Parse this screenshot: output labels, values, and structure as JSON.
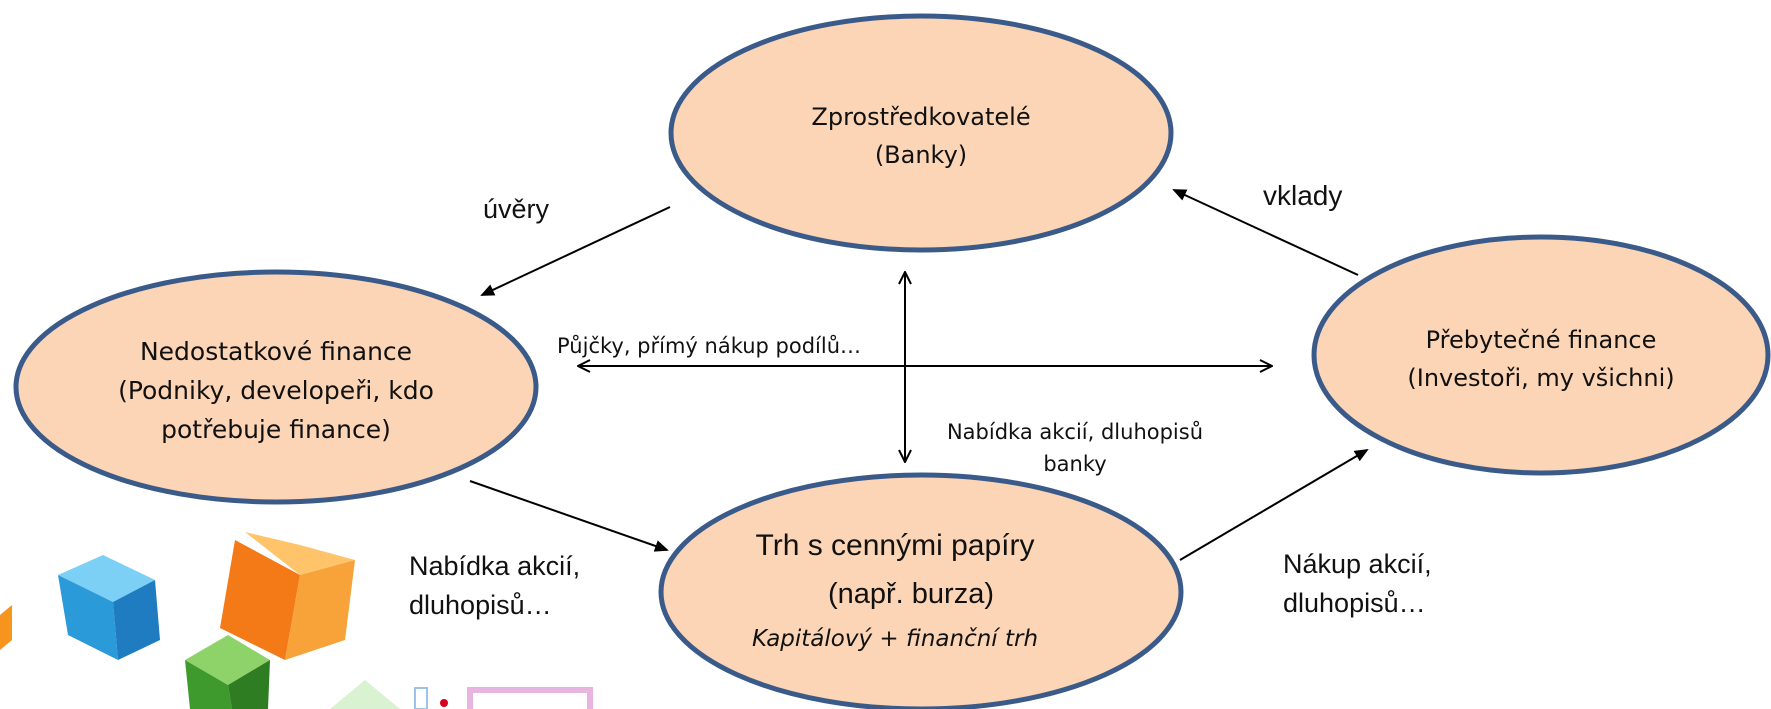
{
  "diagram": {
    "nodes": {
      "intermediaries": {
        "lines": [
          "Zprostředkovatelé",
          "(Banky)"
        ]
      },
      "deficit": {
        "lines": [
          "Nedostatkové finance",
          "(Podniky, developeři, kdo",
          "potřebuje finance)"
        ]
      },
      "surplus": {
        "lines": [
          "Přebytečné finance",
          "(Investoři, my všichni)"
        ]
      },
      "market": {
        "line1": "Trh s cennými papíry",
        "line2": "(např. burza)",
        "line3": "Kapitálový + finanční trh"
      }
    },
    "edges": {
      "loans": "úvěry",
      "deposits": "vklady",
      "direct_lines": [
        "Půjčky, přímý nákup podílů…"
      ],
      "bank_offer_lines": [
        "Nabídka akcií, dluhopisů",
        "banky"
      ],
      "offer_lines": [
        "Nabídka akcií,",
        "dluhopisů…"
      ],
      "purchase_lines": [
        "Nákup akcií,",
        "dluhopisů…"
      ]
    }
  },
  "colors": {
    "node_fill": "#fbd5b5",
    "node_stroke": "#3a5a8a",
    "arrow": "#000000"
  },
  "decorations": [
    "blue-cube-icon",
    "orange-cube-icon",
    "green-cube-icon"
  ]
}
